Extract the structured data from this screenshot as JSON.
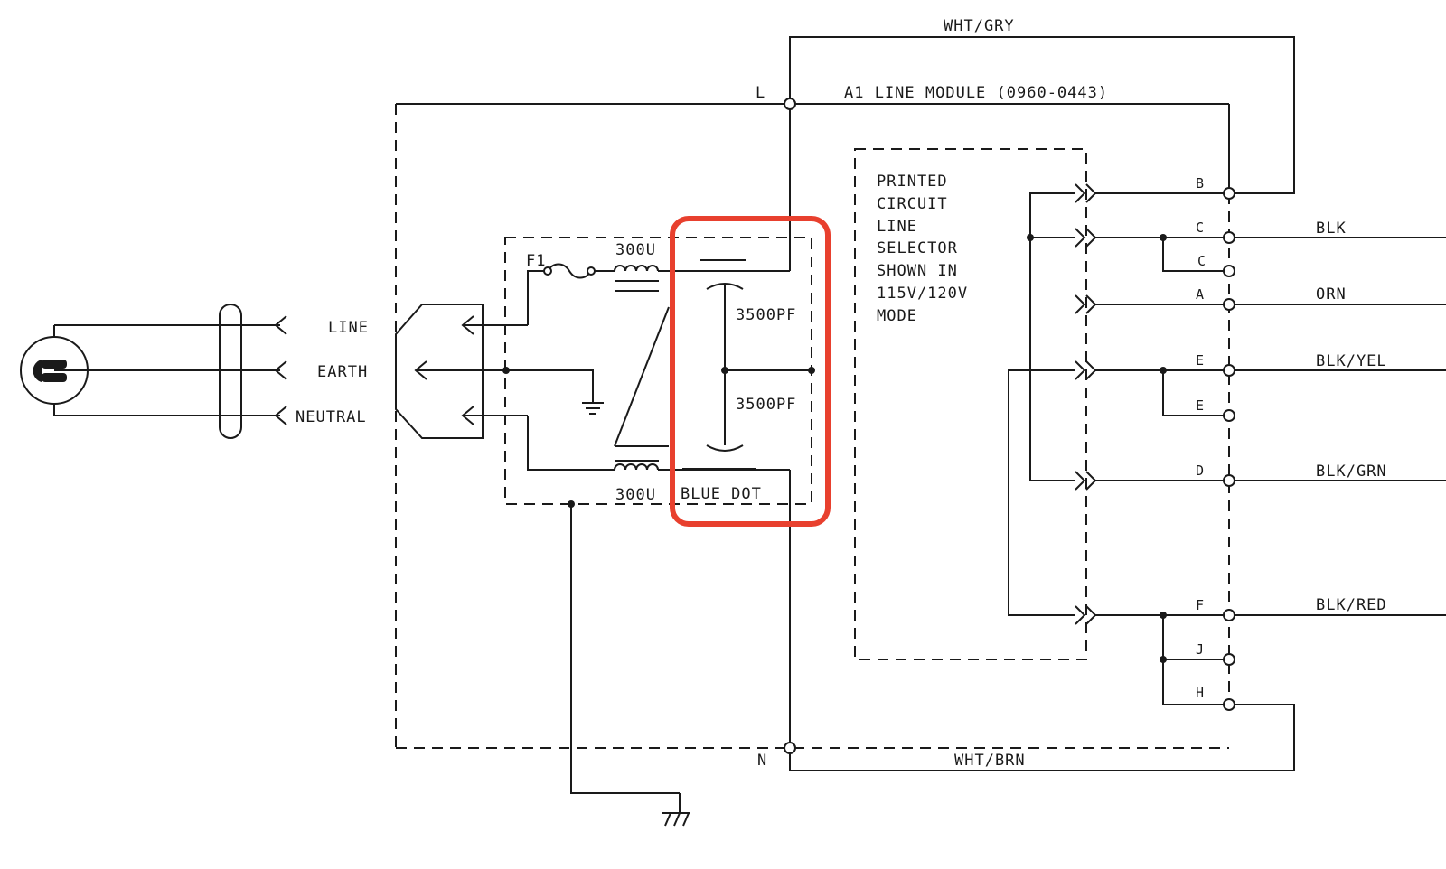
{
  "labels": {
    "wht_gry": "WHT/GRY",
    "node_l": "L",
    "module": "A1    LINE MODULE (0960-0443)",
    "line": "LINE",
    "earth": "EARTH",
    "neutral": "NEUTRAL",
    "fuse": "F1",
    "inductor_top": "300U",
    "inductor_bottom": "300U",
    "cap_top": "3500PF",
    "cap_bottom": "3500PF",
    "blue_dot": "BLUE DOT",
    "pcb_lines": [
      "PRINTED",
      "CIRCUIT",
      "LINE",
      "SELECTOR",
      "SHOWN IN",
      "115V/120V",
      "MODE"
    ],
    "node_n": "N",
    "wht_brn": "WHT/BRN"
  },
  "terminals": [
    "B",
    "C",
    "C",
    "A",
    "E",
    "E",
    "D",
    "F",
    "J",
    "H"
  ],
  "wires": [
    "BLK",
    "ORN",
    "BLK/YEL",
    "BLK/GRN",
    "BLK/RED"
  ],
  "highlight": {
    "color": "#e8402e"
  }
}
